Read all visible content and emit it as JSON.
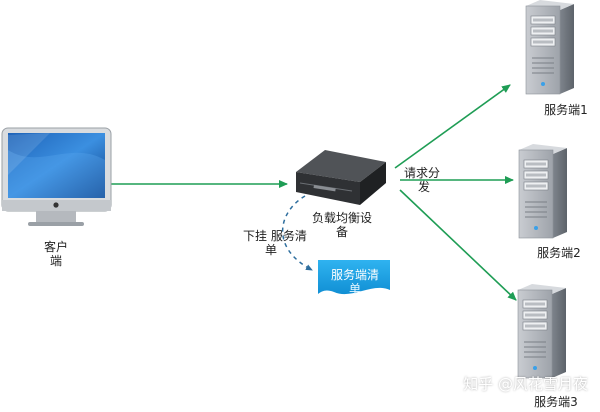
{
  "nodes": {
    "client": {
      "label_line1": "客户",
      "label_line2": "端",
      "icon": "imac-monitor-icon"
    },
    "balancer": {
      "label_line1": "负载均衡设",
      "label_line2": "备",
      "icon": "load-balancer-box-icon"
    },
    "list_doc": {
      "label_line1": "服务端清",
      "label_line2": "单",
      "icon": "document-icon"
    },
    "server1": {
      "label": "服务端1",
      "icon": "tower-server-icon"
    },
    "server2": {
      "label": "服务端2",
      "icon": "tower-server-icon"
    },
    "server3": {
      "label": "服务端3",
      "icon": "tower-server-icon"
    }
  },
  "edges": {
    "dispatch": {
      "label_line1": "请求分",
      "label_line2": "发"
    },
    "push_list": {
      "label_line1": "下挂 服务清",
      "label_line2": "单"
    }
  },
  "colors": {
    "arrow": "#1f9d55",
    "dashed": "#2e6e9e",
    "document": "#1aa3e8",
    "server_body": "#a9adb3",
    "balancer_body": "#3b3d40"
  },
  "watermark": "知乎 @风花雪月夜"
}
